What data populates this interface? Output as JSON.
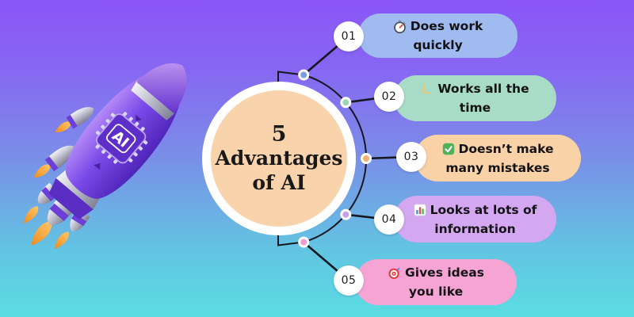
{
  "title": {
    "count": "5",
    "line1": "Advantages",
    "line2": "of AI"
  },
  "rocket": {
    "chip_label": "AI"
  },
  "items": [
    {
      "number": "01",
      "icon": "stopwatch-icon",
      "line1": "Does work",
      "line2": "quickly",
      "pill_color": "#9fbbf0",
      "dot_color": "#7b9ce4"
    },
    {
      "number": "02",
      "icon": "moon-icon",
      "line1": "Works all the",
      "line2": "time",
      "pill_color": "#a8dcc6",
      "dot_color": "#9cd4b6"
    },
    {
      "number": "03",
      "icon": "check-icon",
      "line1": "Doesn’t make",
      "line2": "many mistakes",
      "pill_color": "#f9d2a7",
      "dot_color": "#f4af74"
    },
    {
      "number": "04",
      "icon": "bar-chart-icon",
      "line1": "Looks at lots of",
      "line2": "information",
      "pill_color": "#d3a8f0",
      "dot_color": "#c7a0e9"
    },
    {
      "number": "05",
      "icon": "target-icon",
      "line1": "Gives ideas",
      "line2": "you like",
      "pill_color": "#f6a4d4",
      "dot_color": "#ef9cd2"
    }
  ],
  "colors": {
    "background_top": "#8b55f8",
    "background_bottom": "#5bdde2",
    "center_circle_fill": "#f8d3ab",
    "center_circle_ring": "#ffffff",
    "connector_line": "#17171f",
    "text": "#131316"
  }
}
